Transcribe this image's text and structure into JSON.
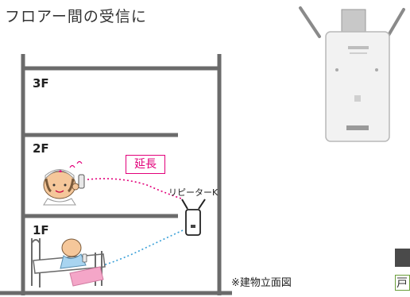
{
  "title": "フロアー間の受信に",
  "floors": {
    "f3": "3F",
    "f2": "2F",
    "f1": "1F"
  },
  "extend_label": "延長",
  "repeater_label": "リピーターK",
  "note": "※建物立面図",
  "corner_char": "戸",
  "colors": {
    "building": "#6b6b6b",
    "signal_upper": "#e2007a",
    "signal_lower": "#3aa0d8",
    "badge": "#e2007a"
  }
}
